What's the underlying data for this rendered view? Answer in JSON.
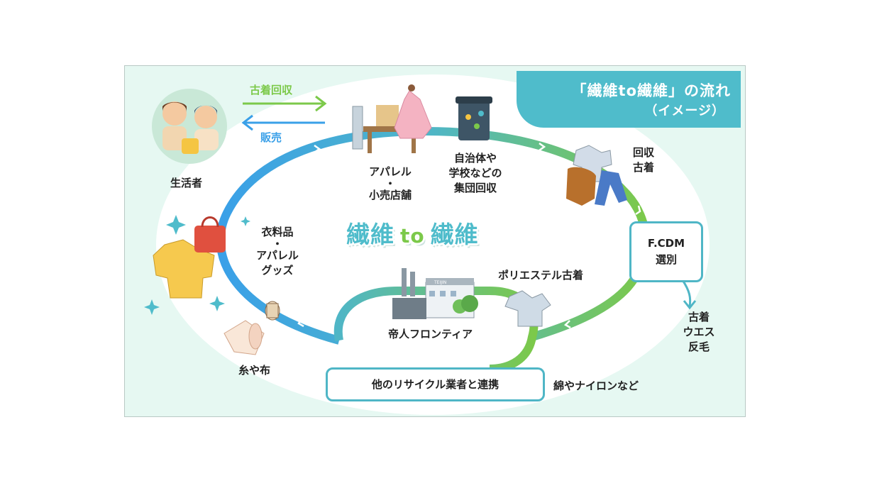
{
  "title": {
    "line1": "「繊維to繊維」の流れ",
    "line2": "（イメージ）"
  },
  "center": {
    "part1": "繊維",
    "part2": "to",
    "part3": "繊維"
  },
  "arrows": {
    "collect": "古着回収",
    "sell": "販売"
  },
  "nodes": {
    "consumer": "生活者",
    "retail_1": "アパレル",
    "retail_dot": "・",
    "retail_2": "小売店舗",
    "municipal_1": "自治体や",
    "municipal_2": "学校などの",
    "municipal_3": "集団回収",
    "collected_1": "回収",
    "collected_2": "古着",
    "fcdm_1": "F.CDM",
    "fcdm_2": "選別",
    "waste_1": "古着",
    "waste_2": "ウエス",
    "waste_3": "反毛",
    "polyester": "ポリエステル古着",
    "teijin": "帝人フロンティア",
    "partners": "他のリサイクル業者と連携",
    "cotton": "綿やナイロンなど",
    "yarn": "糸や布",
    "goods_1": "衣料品",
    "goods_dot": "・",
    "goods_2": "アパレル",
    "goods_3": "グッズ"
  },
  "factory_sign": "TEIJIN",
  "colors": {
    "panel_bg": "#e6f8f2",
    "accent_teal": "#4fbccb",
    "ring_blue": "#3aa0e8",
    "ring_green": "#7cc94a",
    "arrow_green": "#7cc94a",
    "arrow_blue": "#3aa0e8"
  },
  "icons": [
    "people-icon",
    "clothes-rack-icon",
    "collection-box-icon",
    "clothes-pile-icon",
    "factory-icon",
    "tshirt-icon",
    "thread-cloth-icon",
    "shirt-bag-icon",
    "sparkle-icon"
  ]
}
